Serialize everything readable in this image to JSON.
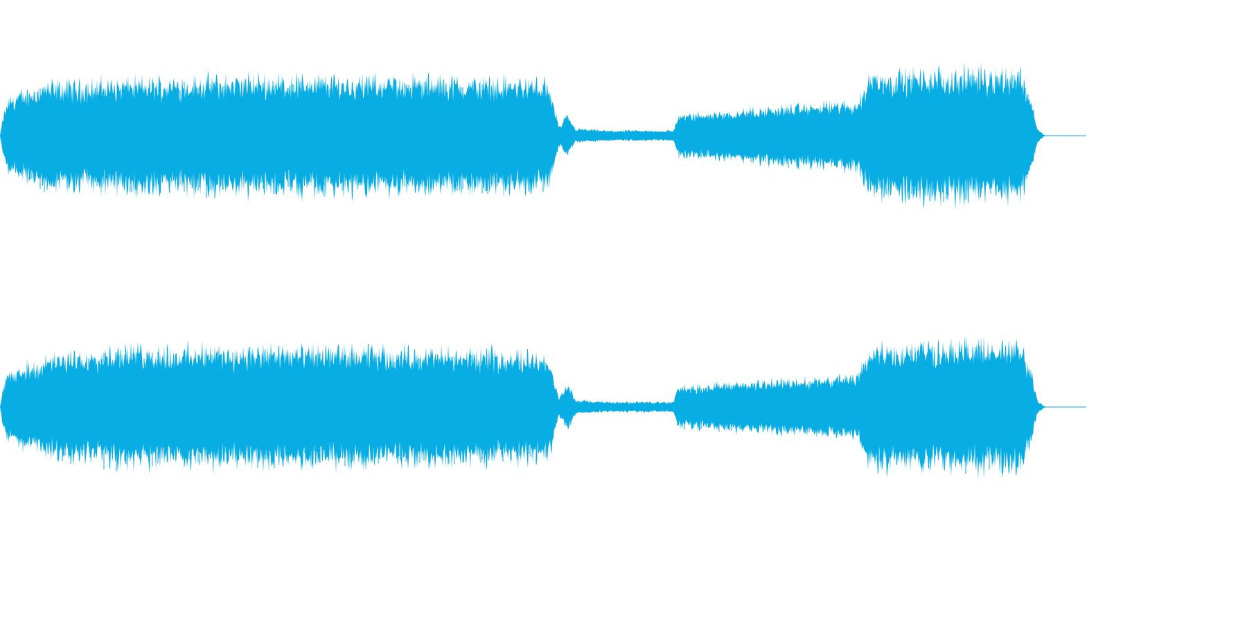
{
  "waveform": {
    "color": "#07ADE3",
    "background": "#FFFFFF",
    "channels": [
      {
        "label": "",
        "envelope": [
          [
            0.0,
            0.0
          ],
          [
            0.003,
            0.12
          ],
          [
            0.008,
            0.22
          ],
          [
            0.04,
            0.3
          ],
          [
            0.12,
            0.32
          ],
          [
            0.25,
            0.34
          ],
          [
            0.38,
            0.33
          ],
          [
            0.5,
            0.32
          ],
          [
            0.505,
            0.3
          ],
          [
            0.515,
            0.05
          ],
          [
            0.522,
            0.12
          ],
          [
            0.53,
            0.04
          ],
          [
            0.56,
            0.03
          ],
          [
            0.62,
            0.03
          ],
          [
            0.624,
            0.12
          ],
          [
            0.7,
            0.16
          ],
          [
            0.79,
            0.2
          ],
          [
            0.8,
            0.36
          ],
          [
            0.94,
            0.38
          ],
          [
            0.95,
            0.2
          ],
          [
            0.955,
            0.04
          ],
          [
            0.962,
            0.0
          ],
          [
            1.0,
            0.0
          ]
        ]
      },
      {
        "label": "",
        "envelope": [
          [
            0.0,
            0.0
          ],
          [
            0.003,
            0.12
          ],
          [
            0.008,
            0.2
          ],
          [
            0.04,
            0.28
          ],
          [
            0.1,
            0.34
          ],
          [
            0.25,
            0.34
          ],
          [
            0.38,
            0.33
          ],
          [
            0.5,
            0.31
          ],
          [
            0.505,
            0.3
          ],
          [
            0.515,
            0.05
          ],
          [
            0.522,
            0.14
          ],
          [
            0.53,
            0.04
          ],
          [
            0.56,
            0.03
          ],
          [
            0.62,
            0.03
          ],
          [
            0.624,
            0.12
          ],
          [
            0.7,
            0.15
          ],
          [
            0.79,
            0.18
          ],
          [
            0.8,
            0.36
          ],
          [
            0.94,
            0.37
          ],
          [
            0.95,
            0.2
          ],
          [
            0.955,
            0.04
          ],
          [
            0.962,
            0.0
          ],
          [
            1.0,
            0.0
          ]
        ]
      }
    ]
  }
}
